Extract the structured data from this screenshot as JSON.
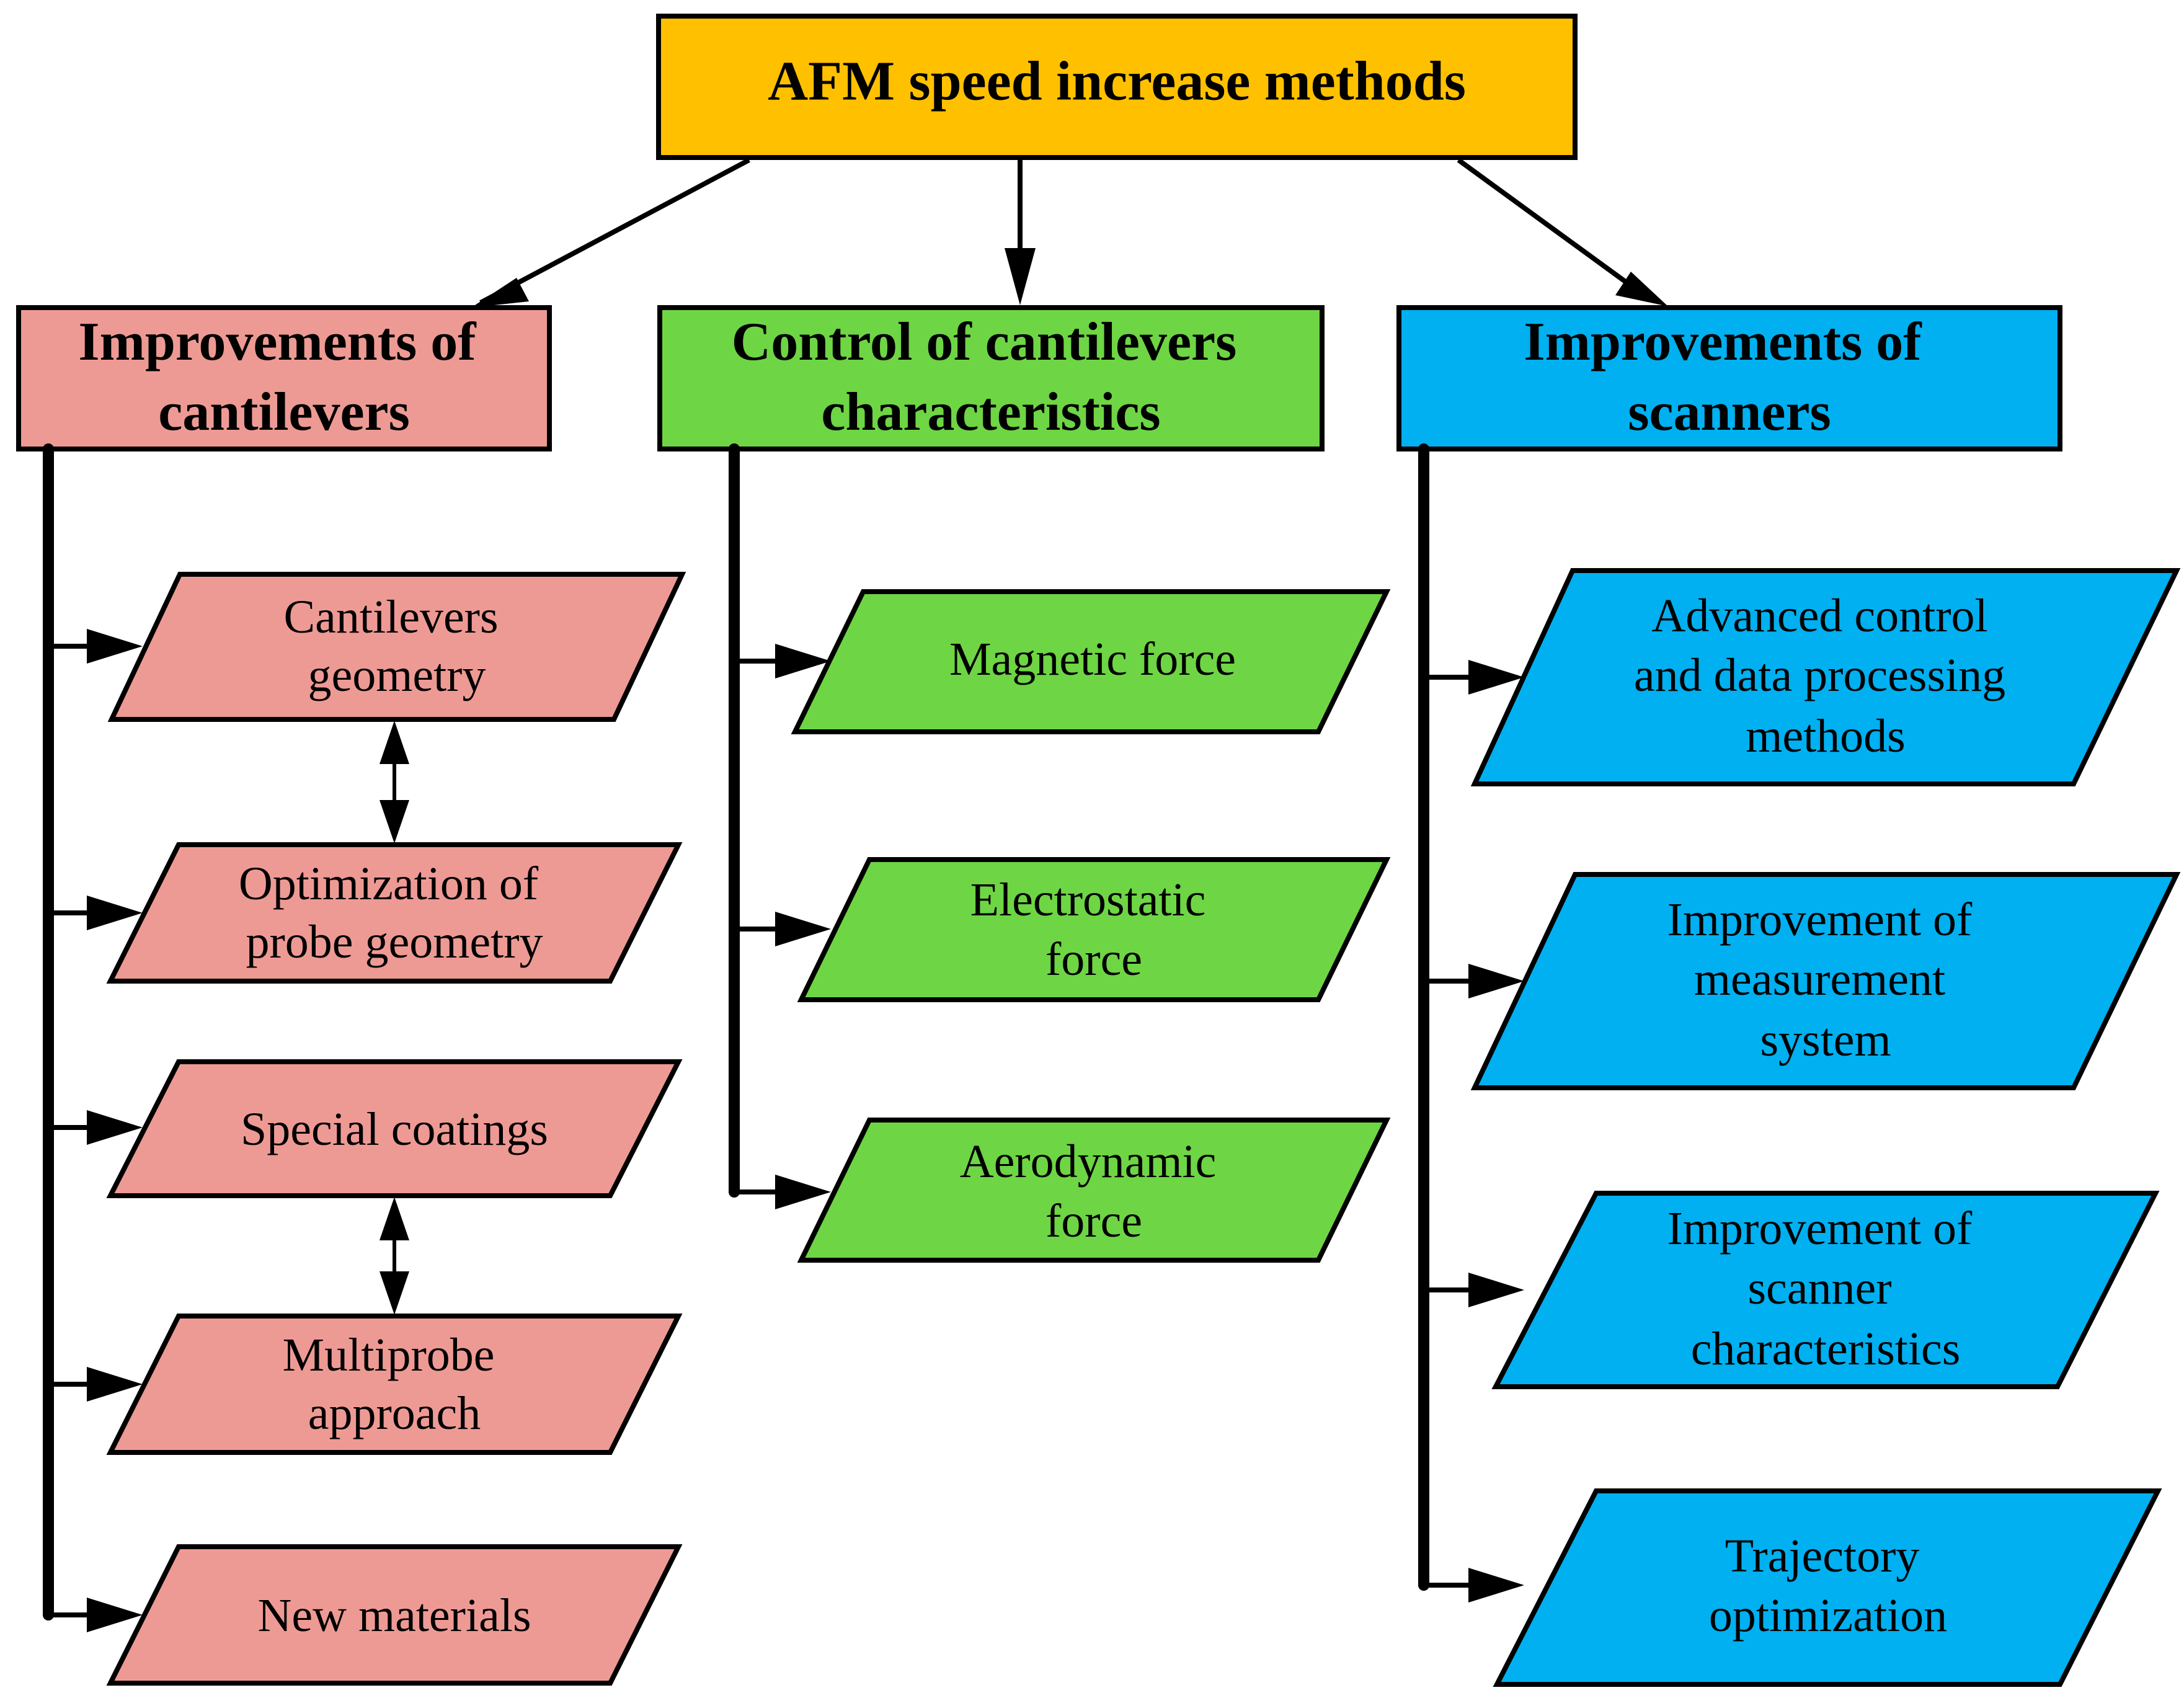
{
  "title": "AFM speed increase methods",
  "colors": {
    "title_fill": "#FFC000",
    "cantilever_fill": "#EE9A94",
    "control_fill": "#6ED544",
    "scanner_fill": "#00B0F0",
    "stroke": "#000000"
  },
  "categories": [
    {
      "id": "cantilevers",
      "label_lines": [
        "Improvements of",
        "cantilevers"
      ],
      "items": [
        {
          "lines": [
            "Cantilevers",
            "geometry"
          ]
        },
        {
          "lines": [
            "Optimization of",
            "probe geometry"
          ]
        },
        {
          "lines": [
            "Special coatings"
          ]
        },
        {
          "lines": [
            "Multiprobe",
            "approach"
          ]
        },
        {
          "lines": [
            "New materials"
          ]
        }
      ],
      "bidirectional_links": [
        [
          0,
          1
        ],
        [
          2,
          3
        ]
      ]
    },
    {
      "id": "control",
      "label_lines": [
        "Control of cantilevers",
        "characteristics"
      ],
      "items": [
        {
          "lines": [
            "Magnetic force"
          ]
        },
        {
          "lines": [
            "Electrostatic",
            "force"
          ]
        },
        {
          "lines": [
            "Aerodynamic",
            "force"
          ]
        }
      ]
    },
    {
      "id": "scanners",
      "label_lines": [
        "Improvements of",
        "scanners"
      ],
      "items": [
        {
          "lines": [
            "Advanced control",
            "and data processing",
            "methods"
          ]
        },
        {
          "lines": [
            "Improvement of",
            "measurement",
            "system"
          ]
        },
        {
          "lines": [
            "Improvement of",
            "scanner",
            "characteristics"
          ]
        },
        {
          "lines": [
            "Trajectory",
            "optimization"
          ]
        }
      ]
    }
  ]
}
